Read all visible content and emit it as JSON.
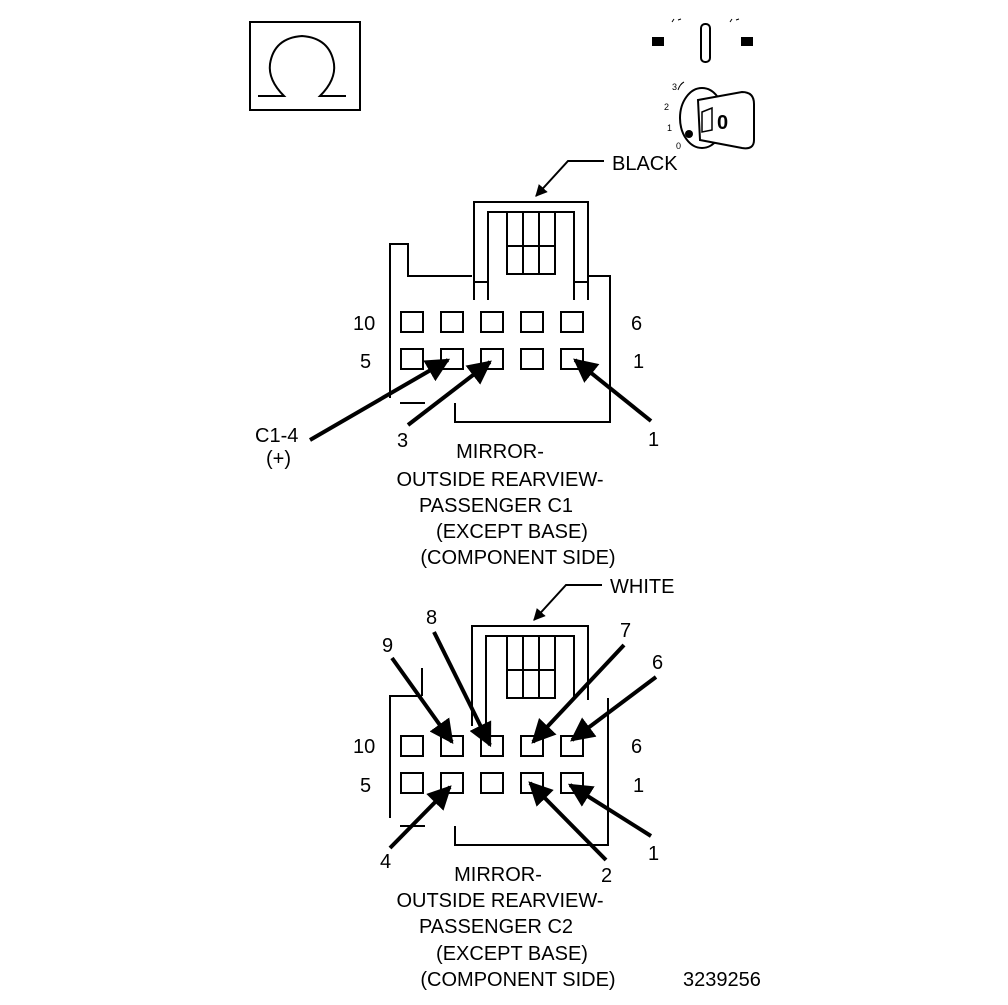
{
  "connector_c1": {
    "color_label": "BLACK",
    "row_top_left": "10",
    "row_top_right": "6",
    "row_bottom_left": "5",
    "row_bottom_right": "1",
    "callout_c14_line1": "C1-4",
    "callout_c14_line2": "(+)",
    "callout_pin3": "3",
    "callout_pin1": "1",
    "title_lines": [
      "MIRROR-",
      "OUTSIDE REARVIEW-",
      "PASSENGER C1",
      "(EXCEPT BASE)",
      "(COMPONENT SIDE)"
    ]
  },
  "connector_c2": {
    "color_label": "WHITE",
    "row_top_left": "10",
    "row_top_right": "6",
    "row_bottom_left": "5",
    "row_bottom_right": "1",
    "callout_pin9": "9",
    "callout_pin8": "8",
    "callout_pin7": "7",
    "callout_pin6": "6",
    "callout_pin4": "4",
    "callout_pin2": "2",
    "callout_pin1": "1",
    "title_lines": [
      "MIRROR-",
      "OUTSIDE REARVIEW-",
      "PASSENGER C2",
      "(EXCEPT BASE)",
      "(COMPONENT SIDE)"
    ]
  },
  "ignition_icon": {
    "key_label": "0",
    "scale_labels": [
      "3",
      "2",
      "1",
      "0"
    ]
  },
  "figure_number": "3239256"
}
